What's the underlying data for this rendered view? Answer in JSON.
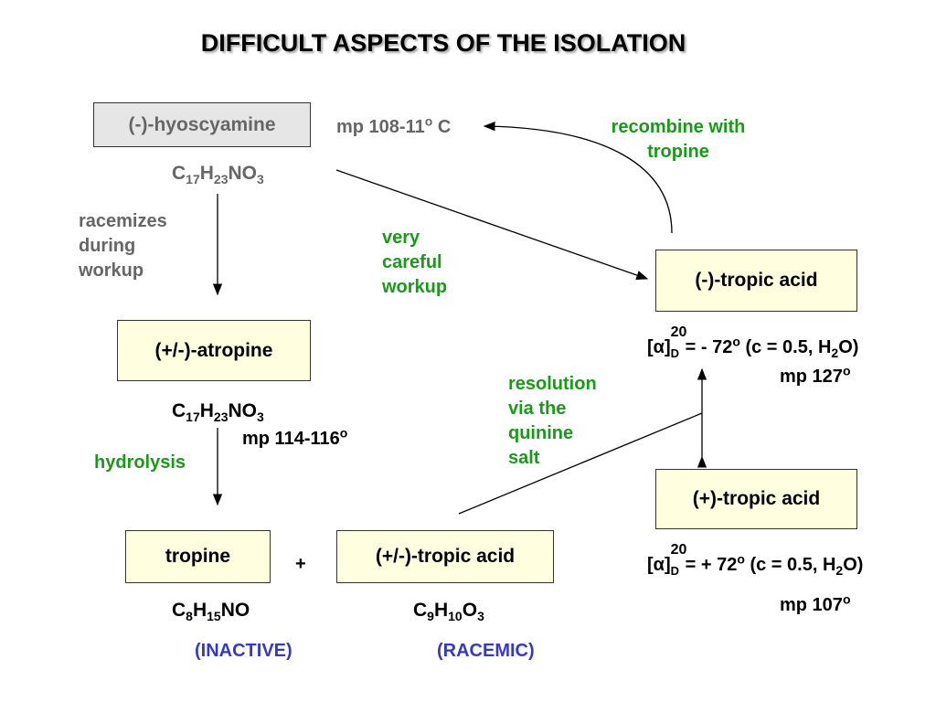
{
  "title": "DIFFICULT ASPECTS OF THE ISOLATION",
  "hyoscyamine": {
    "label": "(-)-hyoscyamine",
    "mp": "mp 108-11",
    "mp_unit": "o",
    "mp_suffix": " C",
    "formula": [
      "C",
      "17",
      "H",
      "23",
      "NO",
      "3"
    ]
  },
  "racemizes": [
    "racemizes",
    "during",
    "workup"
  ],
  "careful": [
    "very",
    "careful",
    "workup"
  ],
  "recombine": [
    "recombine with",
    "tropine"
  ],
  "minus_tropic": {
    "label": "(-)-tropic acid",
    "rot_prefix": "[α]",
    "rot_sup": "20",
    "rot_sub": "D",
    "rot_value": "= - 72",
    "deg": "o",
    "rot_cond": " (c = 0.5, H",
    "h2o_sub": "2",
    "rot_end": "O)",
    "mp": "mp 127",
    "mp_deg": "o"
  },
  "plus_tropic": {
    "label": "(+)-tropic acid",
    "rot_prefix": "[α]",
    "rot_sup": "20",
    "rot_sub": "D",
    "rot_value": "= + 72",
    "deg": "o",
    "rot_cond": " (c = 0.5, H",
    "h2o_sub": "2",
    "rot_end": "O)",
    "mp": "mp 107",
    "mp_deg": "o"
  },
  "resolution": [
    "resolution",
    "via the",
    "quinine",
    "salt"
  ],
  "atropine": {
    "label": "(+/-)-atropine",
    "formula": [
      "C",
      "17",
      "H",
      "23",
      "NO",
      "3"
    ],
    "mp": "mp 114-116",
    "mp_deg": "o"
  },
  "hydrolysis": "hydrolysis",
  "tropine": {
    "label": "tropine",
    "formula": [
      "C",
      "8",
      "H",
      "15",
      "NO"
    ],
    "note": "(INACTIVE)"
  },
  "plus": "+",
  "racemic_tropic": {
    "label": "(+/-)-tropic acid",
    "formula": [
      "C",
      "9",
      "H",
      "10",
      "O",
      "3"
    ],
    "note": "(RACEMIC)"
  }
}
